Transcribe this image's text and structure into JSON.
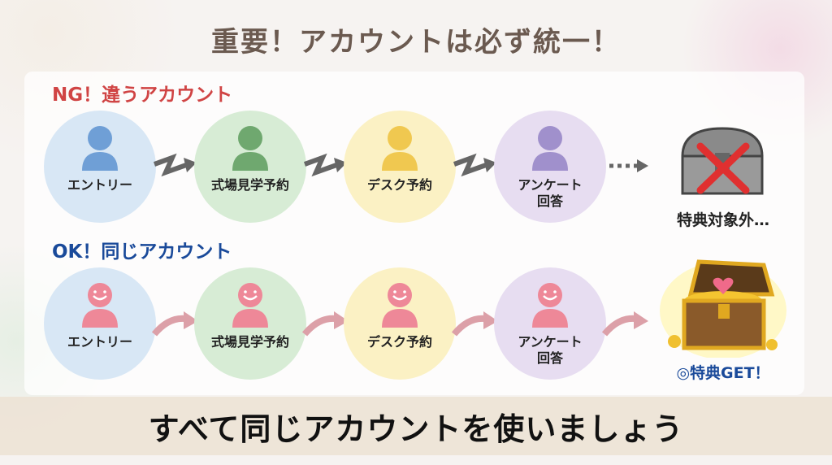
{
  "title": "重要！アカウントは必ず統一！",
  "ng": {
    "heading": "NG！違うアカウント",
    "steps": [
      "エントリー",
      "式場見学予約",
      "デスク予約",
      "アンケート\n回答"
    ],
    "result": "特典対象外…",
    "icon_color": [
      "#6f9fd6",
      "#6fa86f",
      "#f0c850",
      "#a090cc"
    ]
  },
  "ok": {
    "heading": "OK！同じアカウント",
    "steps": [
      "エントリー",
      "式場見学予約",
      "デスク予約",
      "アンケート\n回答"
    ],
    "result": "◎特典GET！",
    "icon_color": "#ee8898"
  },
  "circle_colors": [
    "#d8e7f5",
    "#d7ecd5",
    "#fbf1c4",
    "#e7ddf1"
  ],
  "footer": "すべて同じアカウントを使いましょう"
}
